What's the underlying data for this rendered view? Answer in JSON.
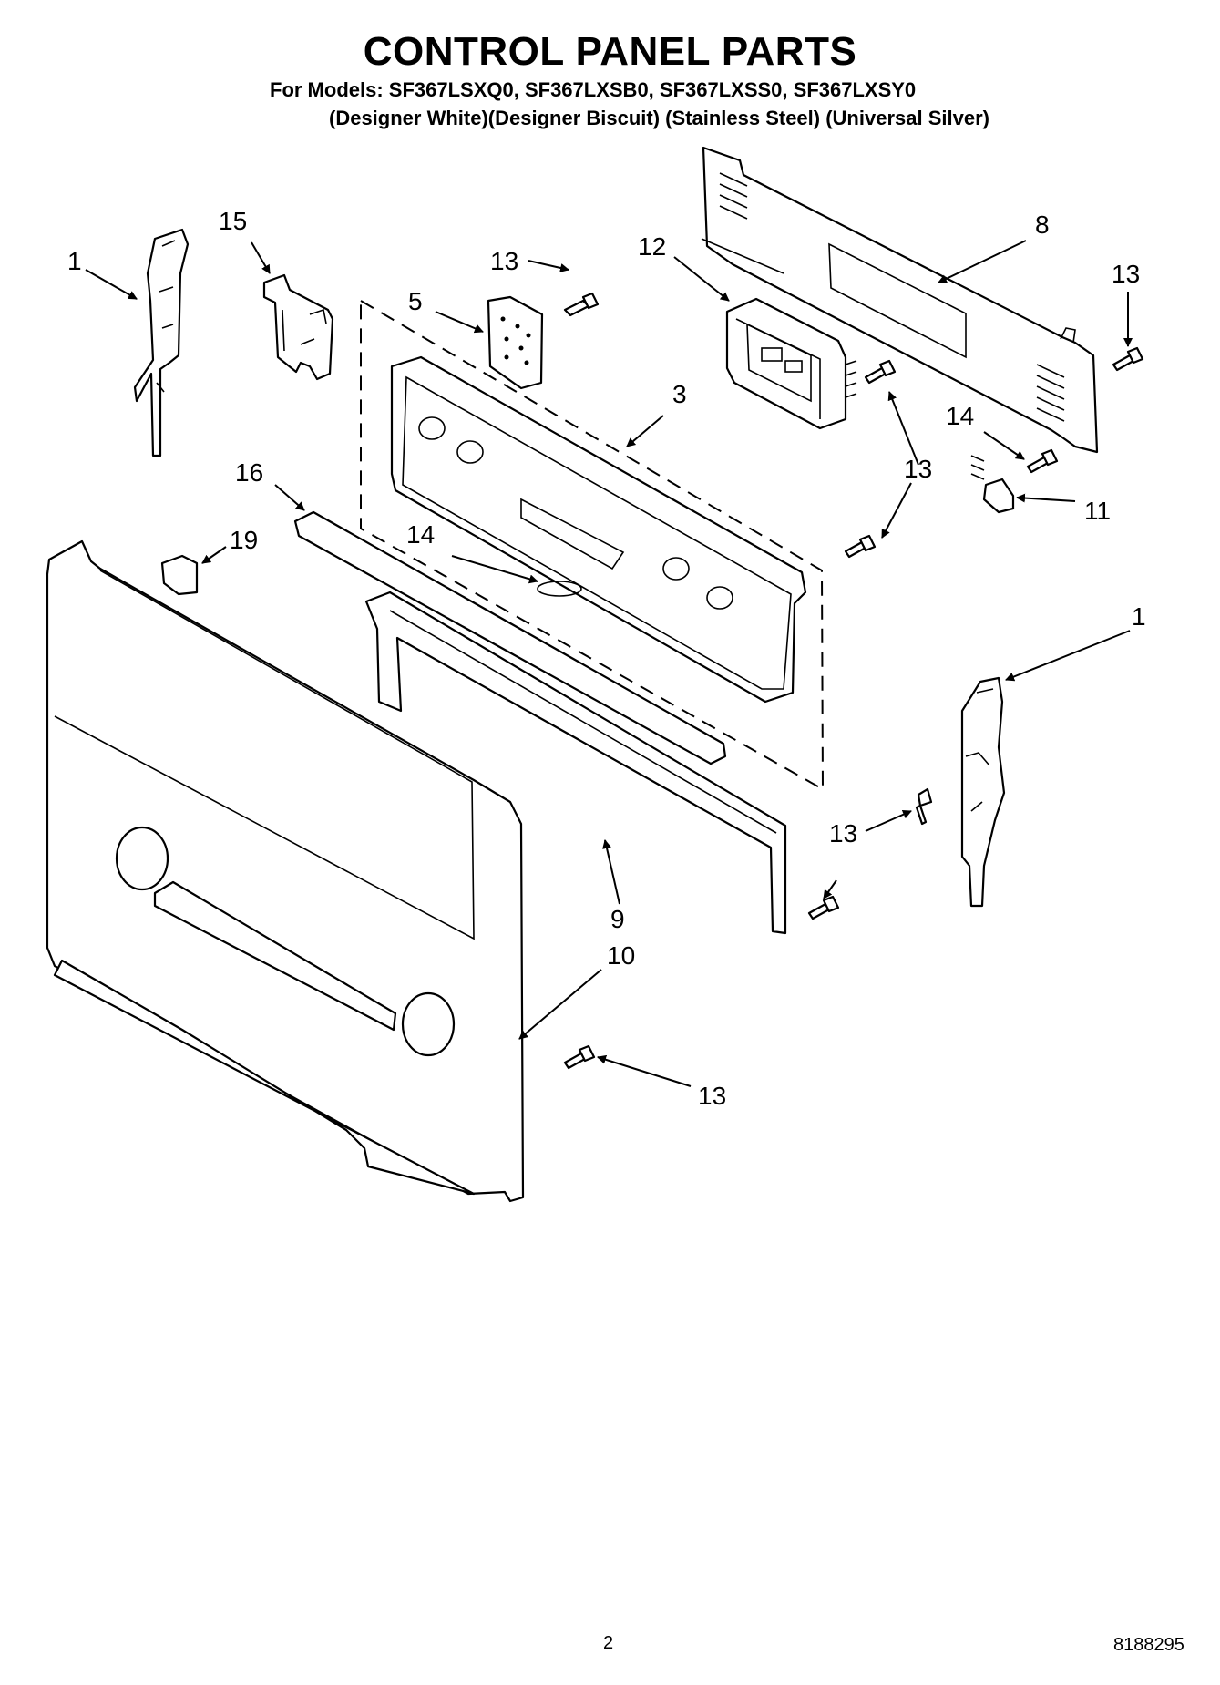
{
  "header": {
    "title": "CONTROL PANEL PARTS",
    "models_line": "For Models: SF367LSXQ0, SF367LXSB0, SF367LXSS0, SF367LXSY0",
    "colors_line": "(Designer White)(Designer Biscuit) (Stainless Steel) (Universal Silver)"
  },
  "callouts": {
    "c1_left": "1",
    "c15": "15",
    "c13_top": "13",
    "c5": "5",
    "c12": "12",
    "c8": "8",
    "c13_right": "13",
    "c3": "3",
    "c14_right": "14",
    "c13_mid": "13",
    "c11": "11",
    "c16": "16",
    "c19": "19",
    "c14_center": "14",
    "c1_right": "1",
    "c13_lower1": "13",
    "c9": "9",
    "c10": "10",
    "c13_bottom": "13"
  },
  "footer": {
    "page_number": "2",
    "document_number": "8188295"
  }
}
